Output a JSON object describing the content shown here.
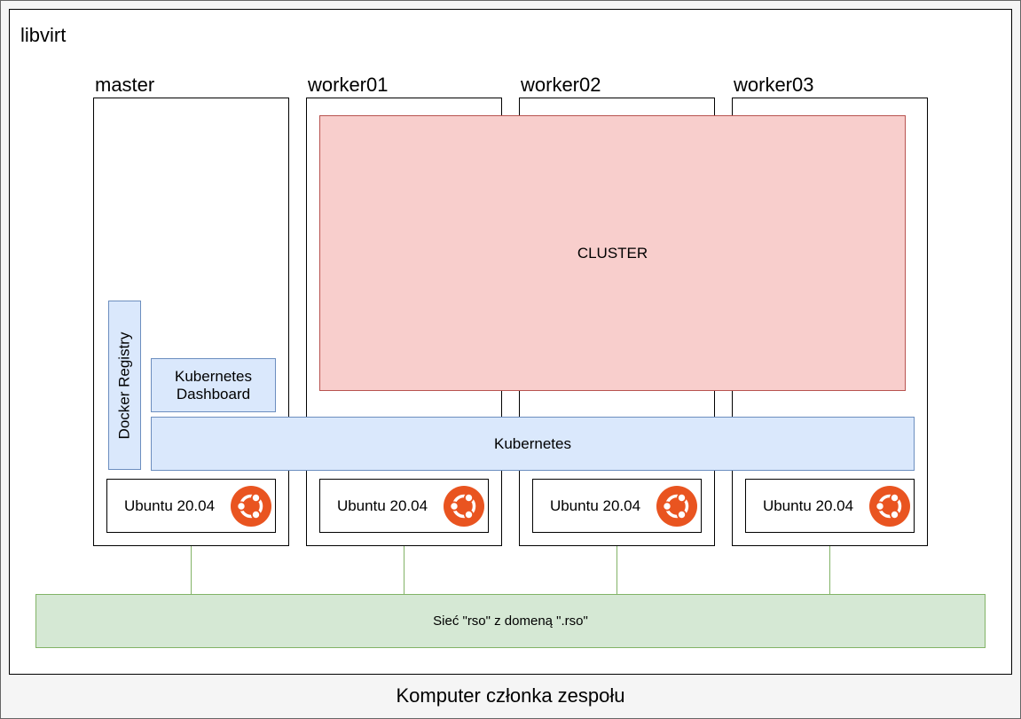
{
  "diagram": {
    "outer_label": "Komputer członka zespołu",
    "libvirt_label": "libvirt",
    "nodes": [
      {
        "name": "master",
        "os": "Ubuntu 20.04"
      },
      {
        "name": "worker01",
        "os": "Ubuntu 20.04"
      },
      {
        "name": "worker02",
        "os": "Ubuntu 20.04"
      },
      {
        "name": "worker03",
        "os": "Ubuntu 20.04"
      }
    ],
    "cluster_label": "CLUSTER",
    "kubernetes_label": "Kubernetes",
    "dashboard_label": "Kubernetes Dashboard",
    "registry_label": "Docker Registry",
    "network_label": "Sieć \"rso\" z domeną \".rso\"",
    "os_icon": "ubuntu-logo-icon",
    "colors": {
      "cluster_fill": "#f8cecc",
      "cluster_stroke": "#b85450",
      "kubernetes_fill": "#dae8fc",
      "kubernetes_stroke": "#6c8ebf",
      "network_fill": "#d5e8d4",
      "network_stroke": "#82b366",
      "ubuntu_orange": "#e95420"
    }
  }
}
